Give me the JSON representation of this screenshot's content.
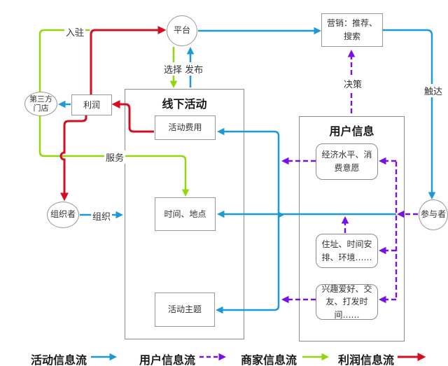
{
  "colors": {
    "activity_flow": "#1c9ad6",
    "user_flow": "#7a10e8",
    "merchant_flow": "#92d50a",
    "profit_flow": "#d40d22",
    "node_border": "#999999",
    "text": "#333333"
  },
  "nodes": {
    "platform": "平台",
    "store_line1": "第三方",
    "store_line2": "门店",
    "organizer": "组织者",
    "participant": "参与者",
    "marketing": "营销：推荐、搜索",
    "profit": "利润",
    "offline_title": "线下活动",
    "cost": "活动费用",
    "time_place": "时间、地点",
    "theme": "活动主题",
    "user_title": "用户信息",
    "economy": "经济水平、消费意愿",
    "address": "住址、时间安排、环境……",
    "interest": "兴趣爱好、交友、打发时间……"
  },
  "edge_labels": {
    "join": "入驻",
    "select_publish": "选择 发布",
    "decision": "决策",
    "reach": "触达",
    "service": "服务",
    "organize": "组织"
  },
  "legend": [
    {
      "label": "活动信息流",
      "color": "#1c9ad6",
      "style": "solid"
    },
    {
      "label": "用户信息流",
      "color": "#7a10e8",
      "style": "dashed"
    },
    {
      "label": "商家信息流",
      "color": "#92d50a",
      "style": "solid"
    },
    {
      "label": "利润信息流",
      "color": "#d40d22",
      "style": "solid"
    }
  ]
}
